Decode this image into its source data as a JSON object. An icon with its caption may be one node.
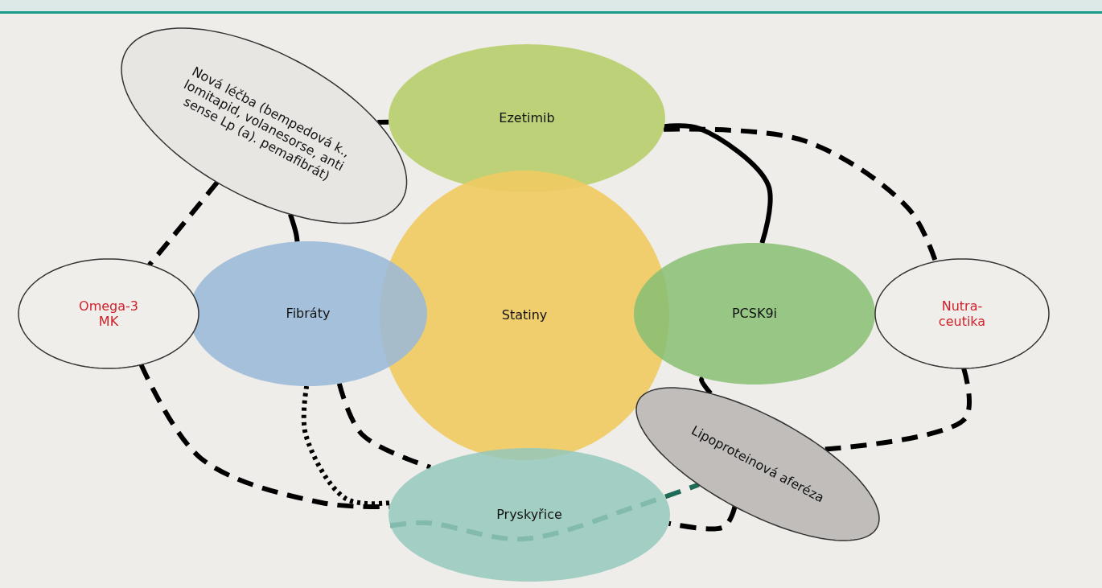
{
  "diagram": {
    "nodes": [
      {
        "text": [
          "Nová léčba (bempedová k., lomitapid, volanesorse, anti sense Lp (a). pemafibrát)"
        ]
      },
      {
        "text": [
          "Ezetimib"
        ]
      },
      {
        "text": [
          "Omega-3 MK"
        ]
      },
      {
        "text": [
          "Fibráty"
        ]
      },
      {
        "text": [
          "Statiny"
        ]
      },
      {
        "text": [
          "PCSK9i"
        ]
      },
      {
        "text": [
          "Nutra- ceutika"
        ]
      },
      {
        "text": [
          "Lipoproteinová aferéza"
        ]
      },
      {
        "text": [
          "Pryskyřice"
        ]
      }
    ],
    "edges": [
      {
        "from": 0,
        "to": 1,
        "arrow": "none"
      },
      {
        "from": 0,
        "to": 3,
        "arrow": "none"
      },
      {
        "from": 0,
        "to": 2,
        "arrow": "none",
        "style": "dashed"
      },
      {
        "from": 1,
        "to": 5,
        "arrow": "none"
      },
      {
        "from": 1,
        "to": 6,
        "arrow": "none",
        "style": "dashed"
      },
      {
        "from": 6,
        "to": 7,
        "arrow": "none",
        "style": "dashed"
      },
      {
        "from": 5,
        "to": 7,
        "arrow": "none"
      },
      {
        "from": 2,
        "to": 8,
        "arrow": "none",
        "style": "dashed"
      },
      {
        "from": 3,
        "to": 8,
        "arrow": "none",
        "style": "dashed"
      },
      {
        "from": 3,
        "to": 8,
        "arrow": "none",
        "style": "dashed"
      },
      {
        "from": 7,
        "to": 8,
        "arrow": "none",
        "style": "dashed"
      },
      {
        "from": 8,
        "to": 7,
        "arrow": "none",
        "style": "dashed",
        "color": "#1e6b57"
      }
    ]
  }
}
